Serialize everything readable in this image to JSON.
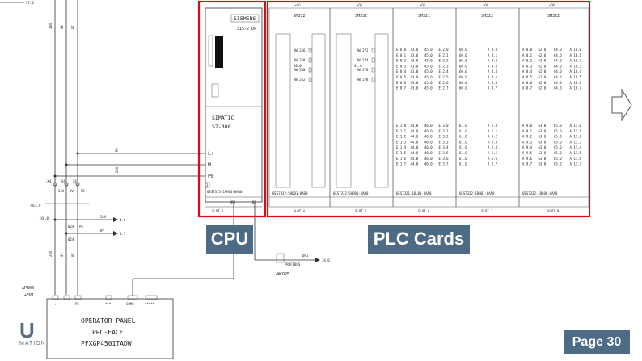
{
  "cpu": {
    "brand": "SIEMENS",
    "model": "315-2 DP",
    "name_line1": "SIMATIC",
    "name_line2": "S7-300",
    "terminals": [
      "L+",
      "M",
      "PE"
    ],
    "part_no": "6ES7315-2AH14-0AB0",
    "ports": [
      "MPI",
      "DP"
    ],
    "slot": "SLOT 2",
    "marker": "2"
  },
  "modules": [
    {
      "type": "SM332",
      "top": "+QG",
      "part_no": "6ES7332-5HD01-0AB0",
      "slot": "SLOT 4",
      "mid": "40.0",
      "channels": [
        "AW 256",
        "AW 258",
        "AW 260",
        "AW 262"
      ]
    },
    {
      "type": "SM332",
      "top": "+QG",
      "part_no": "6ES7332-5HD01-0AB0",
      "slot": "SLOT 5",
      "mid": "41.0",
      "channels": [
        "AW 272",
        "AW 274",
        "AW 276",
        "AW 278"
      ]
    },
    {
      "type": "SM321",
      "top": "+QG",
      "part_no": "6ES7321-1BL00-0AA0",
      "slot": "SLOT 6",
      "col_a": [
        "E 0.0",
        "E 0.1",
        "E 0.2",
        "E 0.3",
        "E 0.4",
        "E 0.5",
        "E 0.6",
        "E 0.7"
      ],
      "col_b": [
        "43.0",
        "43.0",
        "43.0",
        "43.0",
        "43.0",
        "43.0",
        "43.0",
        "43.0"
      ],
      "col_c": [
        "45.0",
        "45.0",
        "45.0",
        "45.0",
        "45.0",
        "45.0",
        "45.0",
        "45.0"
      ],
      "col_d": [
        "E 2.0",
        "E 2.1",
        "E 2.2",
        "E 2.3",
        "E 2.4",
        "E 2.5",
        "E 2.6",
        "E 2.7"
      ],
      "col_a2": [
        "E 1.0",
        "E 1.1",
        "E 1.2",
        "E 1.3",
        "E 1.4",
        "E 1.5",
        "E 1.6",
        "E 1.7"
      ],
      "col_b2": [
        "44.0",
        "44.0",
        "44.0",
        "44.0",
        "44.0",
        "44.0",
        "44.0",
        "44.0"
      ],
      "col_c2": [
        "46.0",
        "46.0",
        "46.0",
        "46.0",
        "46.0",
        "46.0",
        "46.0",
        "46.0"
      ],
      "col_d2": [
        "E 3.0",
        "E 3.1",
        "E 3.2",
        "E 3.3",
        "E 3.4",
        "E 3.5",
        "E 3.6",
        "E 3.7"
      ]
    },
    {
      "type": "SM322",
      "top": "+QG",
      "part_no": "6ES7322-1BH01-0AA0",
      "slot": "SLOT 7",
      "col_a": [
        "60.0",
        "60.0",
        "60.0",
        "60.0",
        "60.0",
        "60.0",
        "60.0",
        "60.0"
      ],
      "col_b": [
        "A 4.0",
        "A 4.1",
        "A 4.2",
        "A 4.3",
        "A 4.4",
        "A 4.5",
        "A 4.6",
        "A 4.7"
      ],
      "col_a2": [
        "61.0",
        "61.0",
        "61.0",
        "61.0",
        "61.0",
        "61.0",
        "61.0",
        "61.0"
      ],
      "col_b2": [
        "A 5.0",
        "A 5.1",
        "A 5.2",
        "A 5.3",
        "A 5.4",
        "A 5.5",
        "A 5.6",
        "A 5.7"
      ]
    },
    {
      "type": "SM322",
      "top": "+QG",
      "part_no": "6ES7322-1BL00-0AA0",
      "slot": "SLOT 8",
      "col_a": [
        "A 8.0",
        "A 8.1",
        "A 8.2",
        "A 8.3",
        "A 8.4",
        "A 8.5",
        "A 8.6",
        "A 8.7"
      ],
      "col_b": [
        "62.0",
        "62.0",
        "62.0",
        "62.0",
        "62.0",
        "62.0",
        "62.0",
        "62.0"
      ],
      "col_c": [
        "64.0",
        "64.0",
        "64.0",
        "64.0",
        "64.0",
        "64.0",
        "64.0",
        "64.0"
      ],
      "col_d": [
        "A 10.0",
        "A 10.1",
        "A 10.2",
        "A 10.3",
        "A 10.4",
        "A 10.5",
        "A 10.6",
        "A 10.7"
      ],
      "col_a2": [
        "A 9.0",
        "A 9.1",
        "A 9.2",
        "A 9.3",
        "A 9.4",
        "A 9.5",
        "A 9.6",
        "A 9.7"
      ],
      "col_b2": [
        "63.0",
        "63.0",
        "63.0",
        "63.0",
        "63.0",
        "63.0",
        "63.0",
        "63.0"
      ],
      "col_c2": [
        "65.0",
        "65.0",
        "65.0",
        "65.0",
        "65.0",
        "65.0",
        "65.0",
        "65.0"
      ],
      "col_d2": [
        "A 11.0",
        "A 11.1",
        "A 11.2",
        "A 11.3",
        "A 11.4",
        "A 11.5",
        "A 11.6",
        "A 11.7"
      ]
    }
  ],
  "wiring": {
    "v24": "24V",
    "zero": "0V",
    "pe": "PE",
    "x_terms": [
      "-X4",
      "X4",
      "X4"
    ],
    "wc40": "-WC4.0",
    "x6": "-X6.0",
    "t024": "024",
    "ref_a": "4.0",
    "ref_b": "4.1",
    "dp": "DP1",
    "dp_ref": "34.0",
    "cable": "-WCOP5",
    "cable_note": "PROFIBUS",
    "top_ref": "37.0"
  },
  "panel": {
    "tag": "-AP300",
    "ep": "+EP1",
    "pins": [
      "+",
      "-",
      "PE"
    ],
    "ports": [
      "***",
      "COM2",
      "*****"
    ],
    "line1": "OPERATOR PANEL",
    "line2": "PRO-FACE",
    "line3": "PFXGP4501TADW"
  },
  "labels": {
    "cpu": "CPU",
    "plc": "PLC Cards",
    "page": "Page 30"
  },
  "logo": {
    "u": "U",
    "mation": "MATION"
  }
}
